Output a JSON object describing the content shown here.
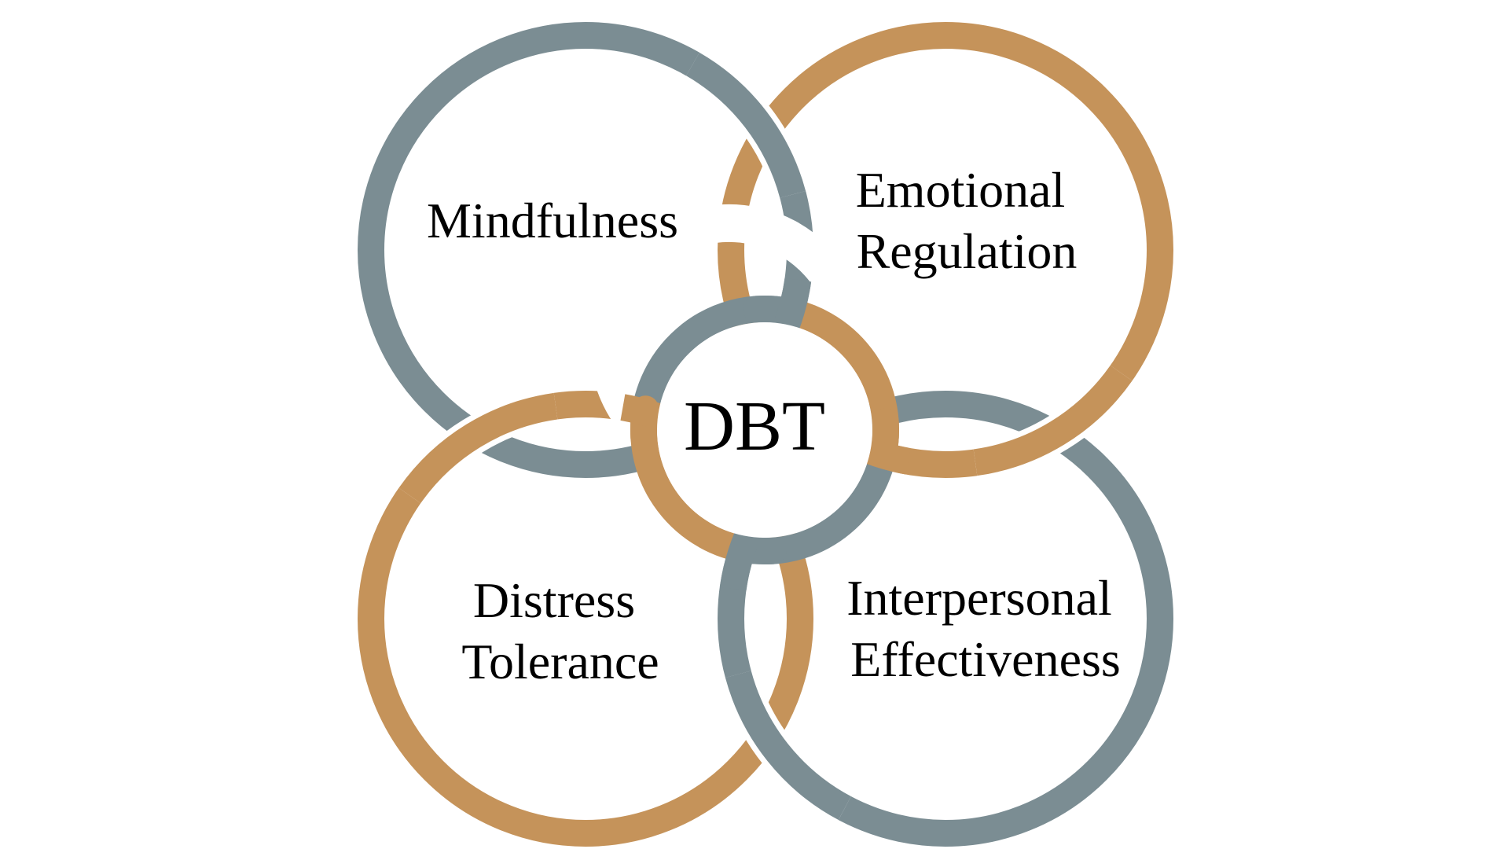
{
  "diagram": {
    "title": "DBT",
    "colors": {
      "gray": "#7b8d93",
      "tan": "#c5935a",
      "text": "#000000",
      "background": "#ffffff"
    },
    "center": {
      "label": "DBT"
    },
    "skills": [
      {
        "id": "mindfulness",
        "lines": [
          "Mindfulness"
        ],
        "ring_color": "gray",
        "position": "top-left"
      },
      {
        "id": "emotional-regulation",
        "lines": [
          "Emotional",
          "Regulation"
        ],
        "ring_color": "tan",
        "position": "top-right"
      },
      {
        "id": "distress-tolerance",
        "lines": [
          "Distress",
          "Tolerance"
        ],
        "ring_color": "tan",
        "position": "bottom-left"
      },
      {
        "id": "interpersonal-effectiveness",
        "lines": [
          "Interpersonal",
          "Effectiveness"
        ],
        "ring_color": "gray",
        "position": "bottom-right"
      }
    ]
  }
}
